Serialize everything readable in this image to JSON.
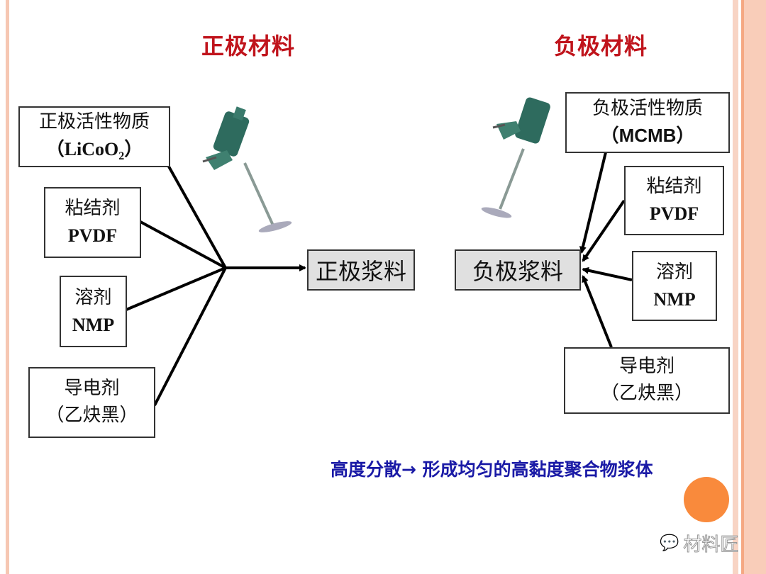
{
  "cathode": {
    "title": "正极材料",
    "inputs": [
      {
        "line1": "正极活性物质",
        "line2": "（LiCoO",
        "sub": "2",
        "line2_end": "）"
      },
      {
        "line1": "粘结剂",
        "line2": "PVDF"
      },
      {
        "line1": "溶剂",
        "line2": "NMP"
      },
      {
        "line1": "导电剂",
        "line2": "（乙炔黑）"
      }
    ],
    "output": "正极浆料"
  },
  "anode": {
    "title": "负极材料",
    "inputs": [
      {
        "line1": "负极活性物质",
        "line2": "（MCMB）"
      },
      {
        "line1": "粘结剂",
        "line2": "PVDF"
      },
      {
        "line1": "溶剂",
        "line2": "NMP"
      },
      {
        "line1": "导电剂",
        "line2": "（乙炔黑）"
      }
    ],
    "output": "负极浆料"
  },
  "note": "高度分散→ 形成均匀的高黏度聚合物浆体",
  "watermark": "材料匠",
  "colors": {
    "title": "#c0141c",
    "note": "#1a1aa6",
    "circle": "#f98a3c",
    "stripe": "#f6c7b3"
  }
}
